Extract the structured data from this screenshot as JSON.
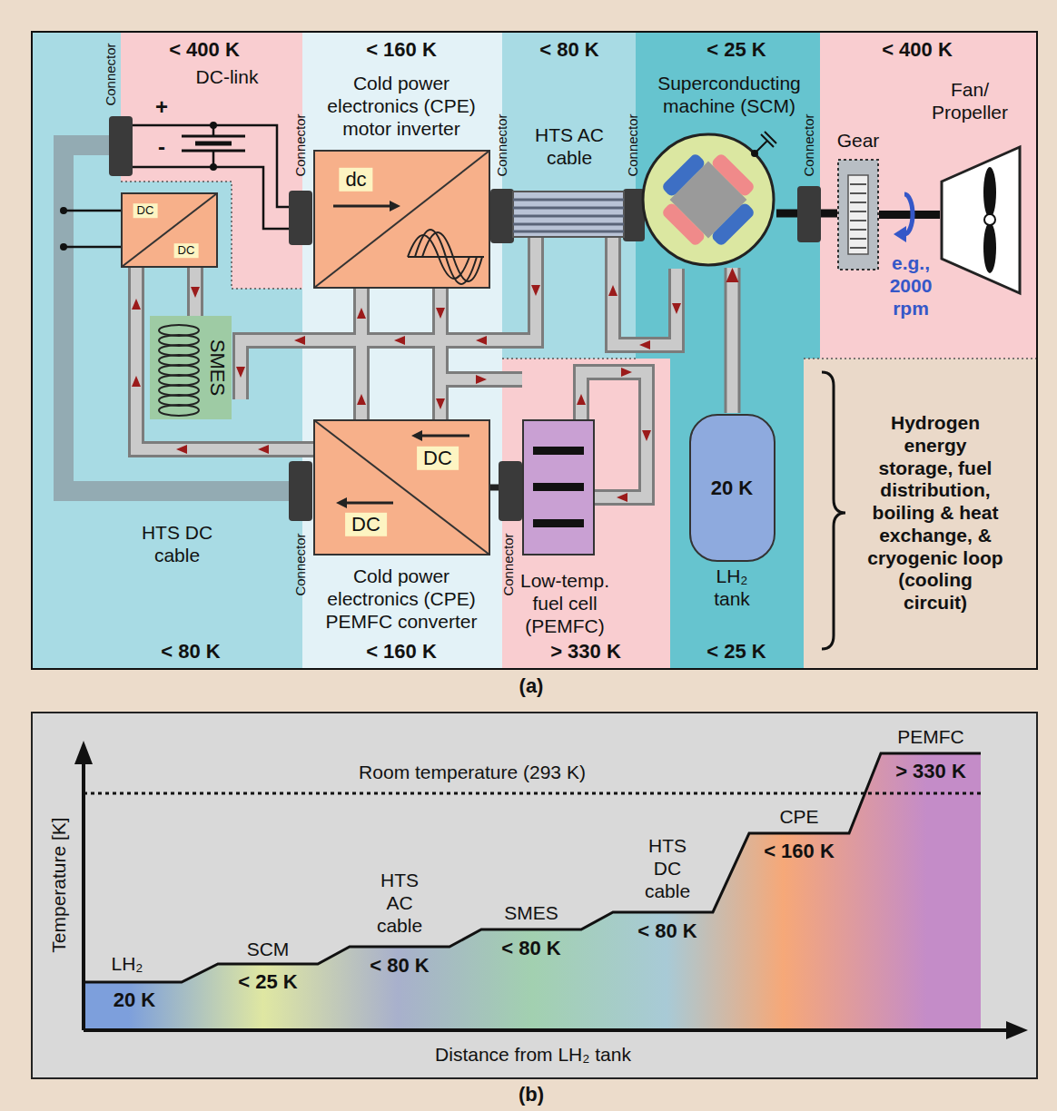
{
  "diagram": {
    "nodes": [
      {
        "text": [
          "< 80 K"
        ]
      },
      {
        "text": [
          "< 400 K"
        ],
        "in": 0
      },
      {
        "text": [
          "DC",
          "DC"
        ],
        "in": 0
      },
      {
        "text": [
          "SMES"
        ],
        "in": 0
      },
      {
        "text": [
          "< 160 K",
          "< 160 K"
        ]
      },
      {
        "text": [
          "Cold power electronics (CPE) motor inverter",
          "dc"
        ],
        "in": 4
      },
      {
        "text": [
          "Cold power electronics (CPE) PEMFC converter",
          "DC",
          "DC"
        ],
        "in": 4
      },
      {
        "text": [
          "< 80 K"
        ]
      },
      {
        "text": [
          "HTS AC cable"
        ],
        "in": 7
      },
      {
        "text": [
          "> 330 K"
        ]
      },
      {
        "text": [
          "Low-temp. fuel cell (PEMFC)"
        ],
        "in": 9
      },
      {
        "text": [
          "< 25 K",
          "< 25 K"
        ]
      },
      {
        "text": [
          "Superconducting machine (SCM)"
        ],
        "in": 11
      },
      {
        "text": [
          "20 K",
          "LH₂ tank"
        ],
        "in": 11
      },
      {
        "text": [
          "< 400 K"
        ]
      },
      {
        "text": [
          "Gear"
        ],
        "in": 14
      },
      {
        "text": [
          "Fan/ Propeller"
        ],
        "in": 14
      },
      {
        "text": [
          "Hydrogen energy storage, fuel distribution, boiling & heat exchange, & cryogenic loop (cooling circuit)"
        ]
      }
    ],
    "edges": [
      {
        "from": 5,
        "to": 8,
        "arrow": "none"
      },
      {
        "from": 8,
        "to": 12,
        "arrow": "none"
      },
      {
        "from": 12,
        "to": 15,
        "arrow": "none"
      },
      {
        "from": 15,
        "to": 16,
        "arrow": "none"
      },
      {
        "from": 10,
        "to": 6,
        "arrow": "none"
      },
      {
        "from": 13,
        "to": 12,
        "arrow": "to"
      }
    ],
    "labels": [
      "Connector",
      "Connector",
      "Connector",
      "Connector",
      "Connector",
      "Connector",
      "Connector",
      "DC-link",
      "+",
      "-",
      "HTS DC cable",
      "e.g., 2000 rpm",
      "(a)",
      "Temperature [K]",
      "Room temperature (293 K)",
      "LH₂",
      "20 K",
      "SCM",
      "< 25 K",
      "HTS AC cable",
      "< 80 K",
      "SMES",
      "< 80 K",
      "HTS DC cable",
      "< 80 K",
      "CPE",
      "< 160 K",
      "PEMFC",
      "> 330 K",
      "Distance from LH₂ tank",
      "(b)"
    ]
  }
}
